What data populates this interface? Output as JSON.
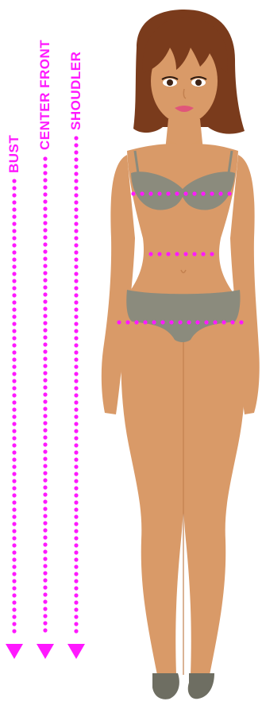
{
  "labels": {
    "bust": "BUST",
    "center_front": "CENTER FRONT",
    "shoulder": "SHOUDLER"
  },
  "colors": {
    "accent": "#ff19ff",
    "skin": "#d99a68",
    "skin_shadow": "#c2804f",
    "hair": "#7a3b1c",
    "lingerie": "#8b8b7d",
    "shoes": "#6e6e62"
  },
  "icons": {
    "measure_arrow": "down-triangle-icon"
  }
}
